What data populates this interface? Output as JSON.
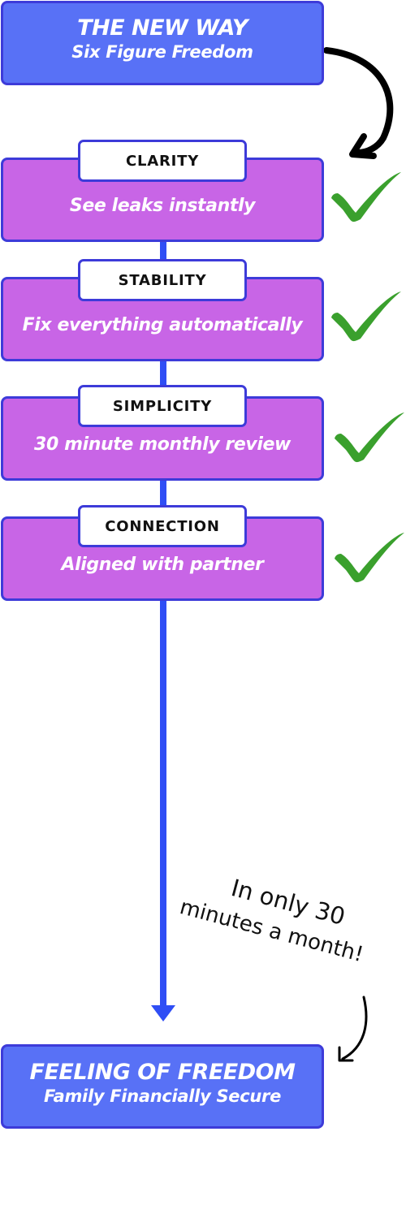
{
  "header_box": {
    "title": "THE NEW WAY",
    "subtitle": "Six Figure Freedom"
  },
  "steps": [
    {
      "tag": "CLARITY",
      "text": "See leaks instantly",
      "check_icon": "check-icon"
    },
    {
      "tag": "STABILITY",
      "text": "Fix everything automatically",
      "check_icon": "check-icon"
    },
    {
      "tag": "SIMPLICITY",
      "text": "30 minute monthly review",
      "check_icon": "check-icon"
    },
    {
      "tag": "CONNECTION",
      "text": "Aligned with partner",
      "check_icon": "check-icon"
    }
  ],
  "note": {
    "line1": "In only 30",
    "line2": "minutes a month!"
  },
  "result_box": {
    "title": "FEELING OF FREEDOM",
    "subtitle": "Family Financially Secure"
  },
  "colors": {
    "blue_box": "#5871f6",
    "purple_box": "#c865e6",
    "border": "#3d3bd9",
    "connector": "#2f4ef5",
    "check": "#3aa02d"
  }
}
